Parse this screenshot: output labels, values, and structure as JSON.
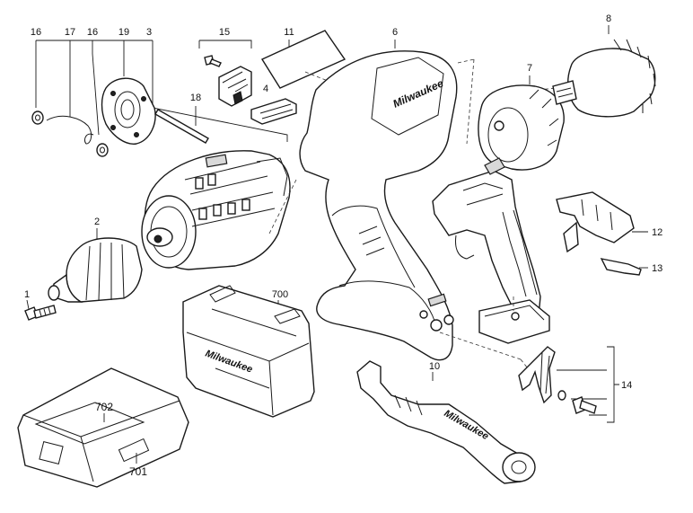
{
  "diagram": {
    "labels": {
      "p1": "1",
      "p2": "2",
      "p3": "3",
      "p4": "4",
      "p6": "6",
      "p7": "7",
      "p8": "8",
      "p10": "10",
      "p11": "11",
      "p12": "12",
      "p13": "13",
      "p14": "14",
      "p15": "15",
      "p16a": "16",
      "p16b": "16",
      "p17": "17",
      "p18": "18",
      "p19": "19",
      "p700": "700",
      "p701": "701",
      "p702": "702"
    },
    "branding": {
      "housing_logo": "Milwaukee",
      "case_logo": "Milwaukee",
      "handle_logo": "Milwaukee"
    }
  }
}
